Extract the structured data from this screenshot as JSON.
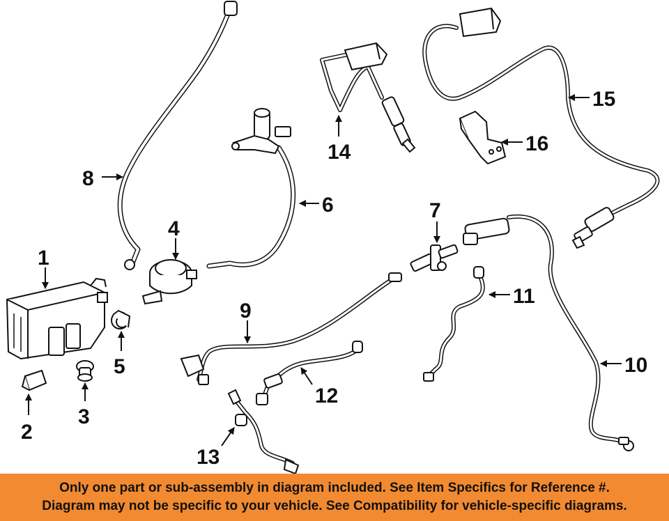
{
  "callouts": {
    "c1": "1",
    "c2": "2",
    "c3": "3",
    "c4": "4",
    "c5": "5",
    "c6": "6",
    "c7": "7",
    "c8": "8",
    "c9": "9",
    "c10": "10",
    "c11": "11",
    "c12": "12",
    "c13": "13",
    "c14": "14",
    "c15": "15",
    "c16": "16"
  },
  "banner": {
    "line1": "Only one part or sub-assembly in diagram included. See Item Specifics for Reference #.",
    "line2": "Diagram may not be specific to your vehicle. See Compatibility for vehicle-specific diagrams."
  },
  "colors": {
    "banner_bg": "#f28a31",
    "ink": "#111111"
  }
}
